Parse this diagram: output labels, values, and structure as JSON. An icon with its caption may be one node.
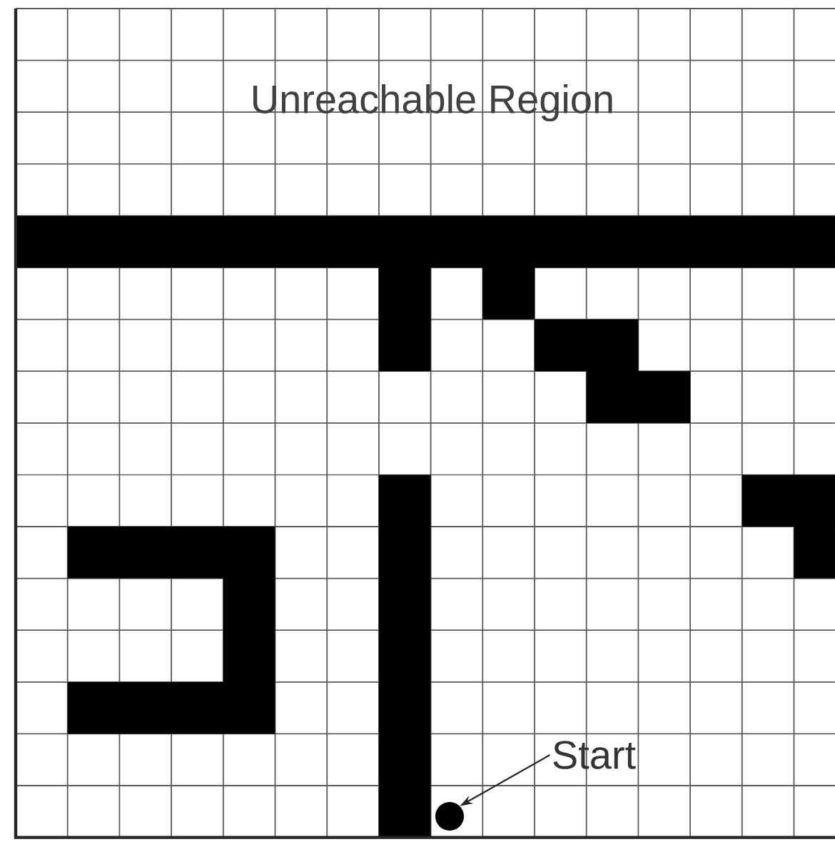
{
  "diagram": {
    "nodes": [
      {
        "text": [
          "Start"
        ]
      },
      {
        "text": [],
        "shape": "circle"
      }
    ],
    "edges": [
      {
        "from": 0,
        "to": 1,
        "arrow": "to"
      }
    ],
    "labels": [
      "Unreachable Region"
    ]
  }
}
